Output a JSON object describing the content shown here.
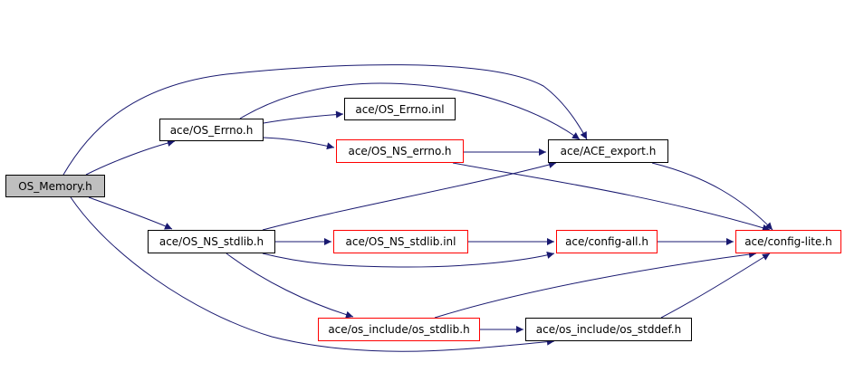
{
  "diagram": {
    "edge_color": "#191970",
    "nodes": [
      {
        "id": "os_memory",
        "label": "OS_Memory.h",
        "root": true
      },
      {
        "id": "os_errno",
        "label": "ace/OS_Errno.h"
      },
      {
        "id": "os_errno_inl",
        "label": "ace/OS_Errno.inl"
      },
      {
        "id": "os_ns_errno",
        "label": "ace/OS_NS_errno.h",
        "border": "#ff0000"
      },
      {
        "id": "ace_export",
        "label": "ace/ACE_export.h"
      },
      {
        "id": "os_ns_stdlib",
        "label": "ace/OS_NS_stdlib.h"
      },
      {
        "id": "os_ns_stdlib_inl",
        "label": "ace/OS_NS_stdlib.inl",
        "border": "#ff0000"
      },
      {
        "id": "config_all",
        "label": "ace/config-all.h",
        "border": "#ff0000"
      },
      {
        "id": "config_lite",
        "label": "ace/config-lite.h",
        "border": "#ff0000"
      },
      {
        "id": "os_include_stdlib",
        "label": "ace/os_include/os_stdlib.h",
        "border": "#ff0000"
      },
      {
        "id": "os_include_stddef",
        "label": "ace/os_include/os_stddef.h"
      }
    ],
    "edges": [
      {
        "from": "os_memory",
        "to": "os_errno"
      },
      {
        "from": "os_memory",
        "to": "ace_export"
      },
      {
        "from": "os_memory",
        "to": "os_ns_stdlib"
      },
      {
        "from": "os_memory",
        "to": "os_include_stddef"
      },
      {
        "from": "os_errno",
        "to": "os_errno_inl"
      },
      {
        "from": "os_errno",
        "to": "os_ns_errno"
      },
      {
        "from": "os_errno",
        "to": "ace_export"
      },
      {
        "from": "os_ns_errno",
        "to": "ace_export"
      },
      {
        "from": "os_ns_errno",
        "to": "config_lite"
      },
      {
        "from": "ace_export",
        "to": "config_lite"
      },
      {
        "from": "os_ns_stdlib",
        "to": "ace_export"
      },
      {
        "from": "os_ns_stdlib",
        "to": "os_ns_stdlib_inl"
      },
      {
        "from": "os_ns_stdlib",
        "to": "config_all"
      },
      {
        "from": "os_ns_stdlib",
        "to": "os_include_stdlib"
      },
      {
        "from": "os_ns_stdlib_inl",
        "to": "config_all"
      },
      {
        "from": "config_all",
        "to": "config_lite"
      },
      {
        "from": "os_include_stdlib",
        "to": "os_include_stddef"
      },
      {
        "from": "os_include_stdlib",
        "to": "config_lite"
      },
      {
        "from": "os_include_stddef",
        "to": "config_lite"
      }
    ]
  }
}
